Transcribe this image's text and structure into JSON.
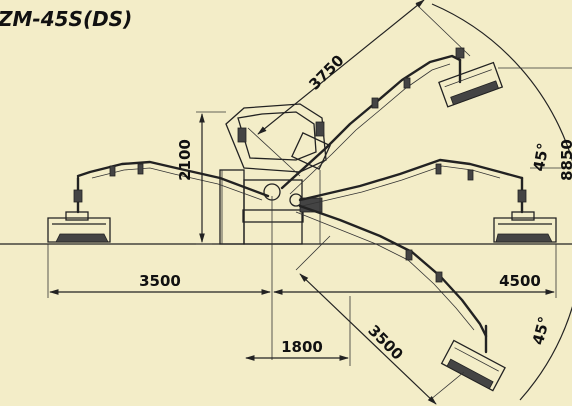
{
  "title": "ZM-45S(DS)",
  "dimensions": {
    "height_left": "2100",
    "reach_left": "3500",
    "reach_right": "4500",
    "offset_bottom": "1800",
    "boom_up": "3750",
    "boom_down": "3500",
    "angle_up": "45°",
    "angle_down": "45°",
    "radius_partial": "8850"
  },
  "colors": {
    "background": "#f3edc8",
    "line": "#222222"
  }
}
